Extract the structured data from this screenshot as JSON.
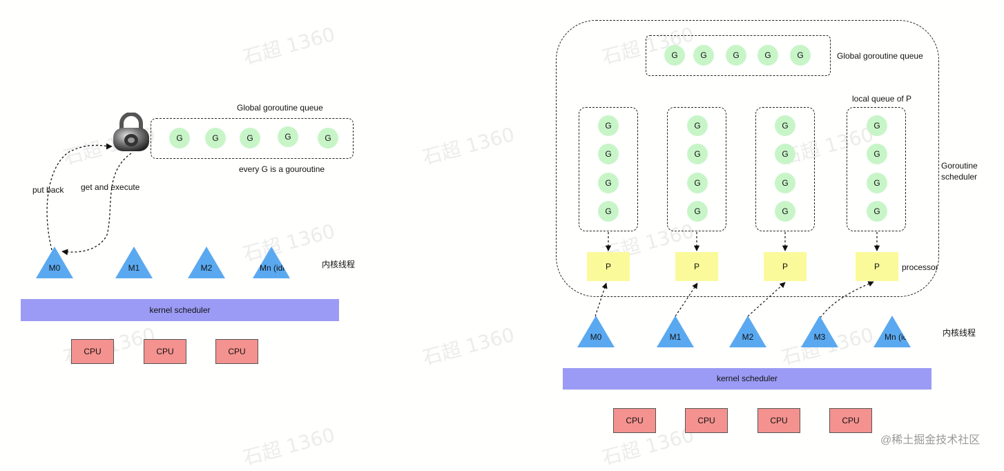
{
  "watermark": "石超 1360",
  "left": {
    "global_queue_label": "Global goroutine queue",
    "every_g_label": "every G is a gouroutine",
    "put_back_label": "put back",
    "get_execute_label": "get and execute",
    "queue": [
      "G",
      "G",
      "G",
      "G",
      "G"
    ],
    "threads": [
      "M0",
      "M1",
      "M2",
      "Mn (idle)"
    ],
    "threads_label": "内核线程",
    "kernel_scheduler": "kernel scheduler",
    "cpus": [
      "CPU",
      "CPU",
      "CPU"
    ]
  },
  "right": {
    "global_queue_label": "Global goroutine queue",
    "global_queue": [
      "G",
      "G",
      "G",
      "G",
      "G"
    ],
    "local_queue_label": "local queue of P",
    "local_queues": [
      [
        "G",
        "G",
        "G",
        "G"
      ],
      [
        "G",
        "G",
        "G",
        "G"
      ],
      [
        "G",
        "G",
        "G",
        "G"
      ],
      [
        "G",
        "G",
        "G",
        "G"
      ]
    ],
    "processors": [
      "P",
      "P",
      "P",
      "P"
    ],
    "processor_label": "processor",
    "scheduler_label_line1": "Goroutine",
    "scheduler_label_line2": "scheduler",
    "threads": [
      "M0",
      "M1",
      "M2",
      "M3",
      "Mn (idle)"
    ],
    "threads_label": "内核线程",
    "kernel_scheduler": "kernel scheduler",
    "cpus": [
      "CPU",
      "CPU",
      "CPU",
      "CPU"
    ]
  },
  "footer_credit": "@稀土掘金技术社区",
  "colors": {
    "goroutine": "#c8f5c8",
    "thread": "#5aa9f0",
    "kernel": "#9b9bf5",
    "cpu": "#f4928f",
    "processor": "#fafa9a"
  }
}
